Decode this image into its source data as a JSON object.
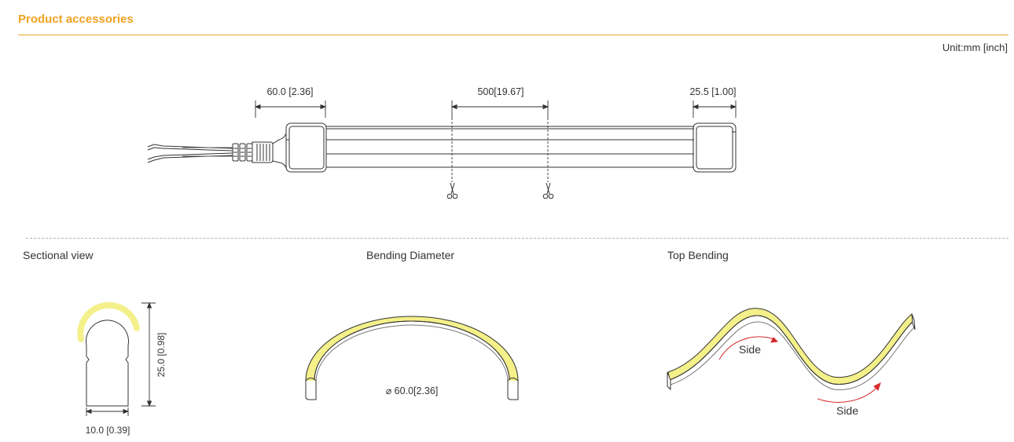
{
  "header": {
    "title": "Product accessories",
    "unit": "Unit:mm [inch]"
  },
  "top_view": {
    "dim_end_cap_left": "60.0 [2.36]",
    "dim_cut_unit": "500[19.67]",
    "dim_end_cap_right": "25.5 [1.00]"
  },
  "sections": {
    "sectional_view": "Sectional view",
    "bending_diameter": "Bending Diameter",
    "top_bending": "Top Bending"
  },
  "sectional": {
    "height_label": "25.0 [0.98]",
    "width_label": "10.0 [0.39]"
  },
  "bending": {
    "diameter_label": "⌀ 60.0[2.36]"
  },
  "top_bending": {
    "side_label_1": "Side",
    "side_label_2": "Side"
  },
  "colors": {
    "accent": "#f0a323",
    "led_yellow": "#f4f08a",
    "arrow_red": "#d62b2b"
  }
}
